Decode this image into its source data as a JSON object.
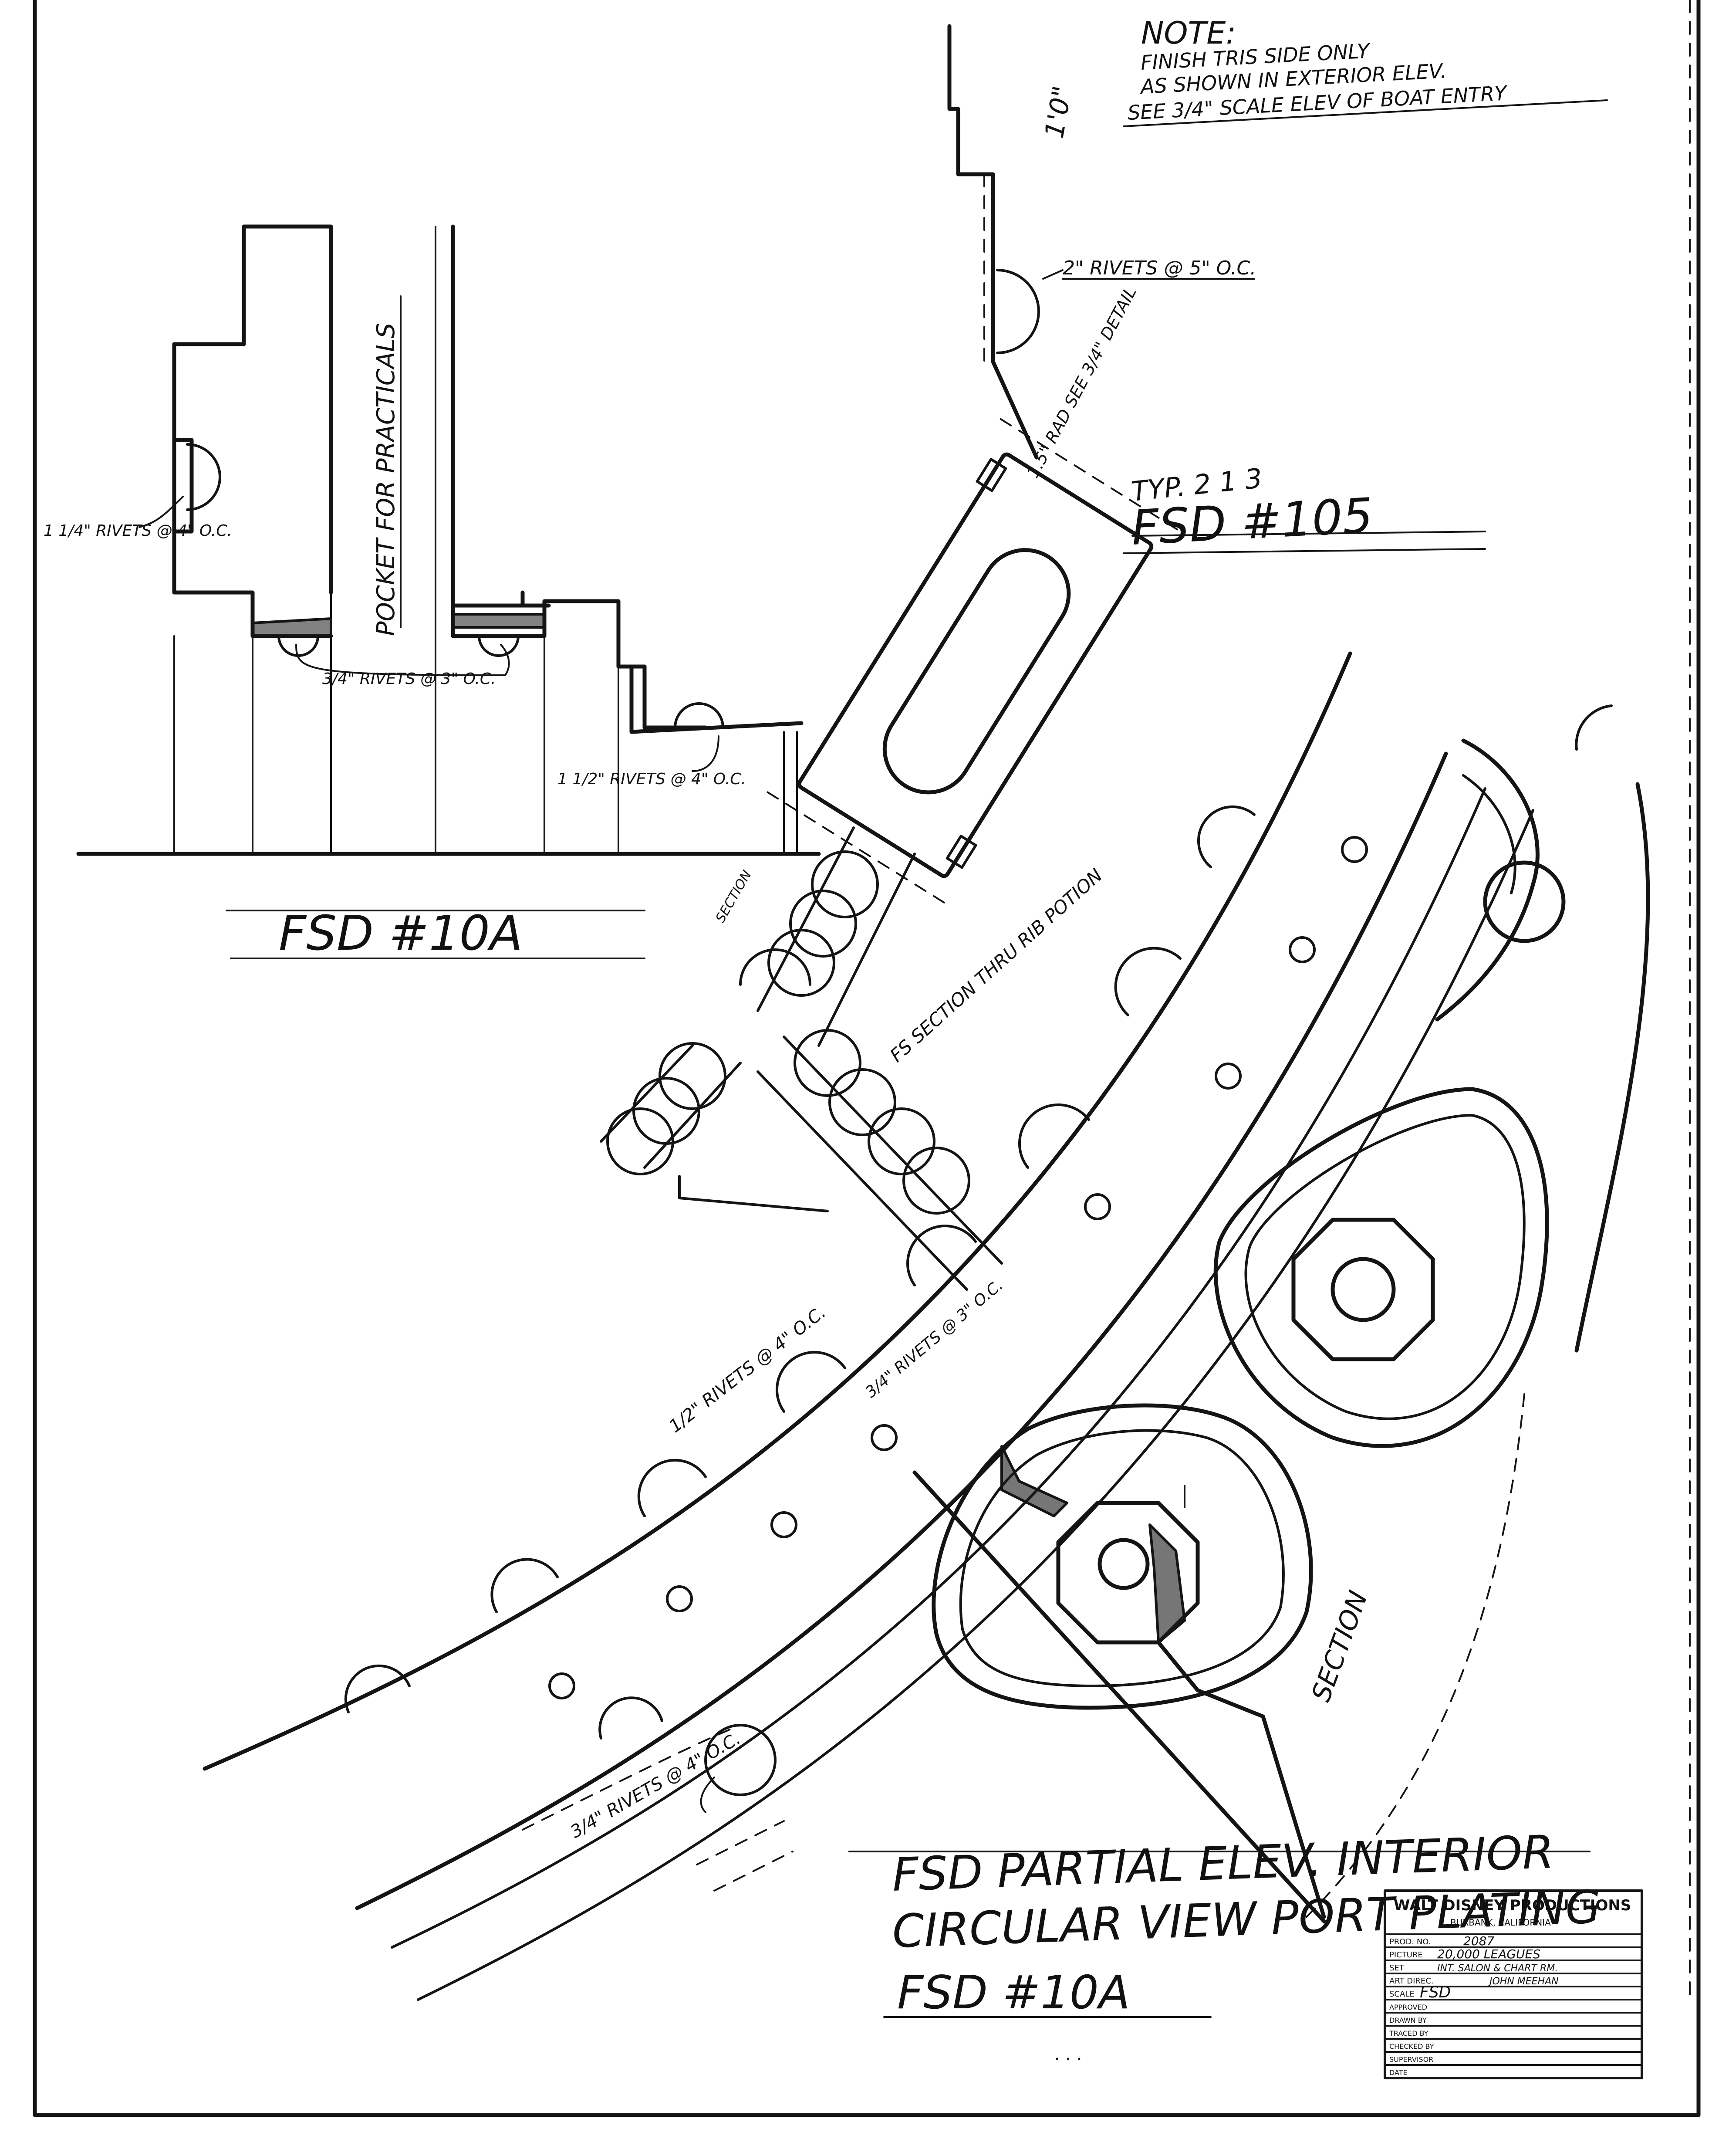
{
  "note": {
    "title": "NOTE:",
    "lines": [
      "FINISH TRIS SIDE ONLY",
      "AS SHOWN IN EXTERIOR ELEV.",
      "SEE 3/4\" SCALE ELEV OF BOAT ENTRY"
    ],
    "dim": "1'0\""
  },
  "callouts": {
    "pocket": "POCKET FOR PRACTICALS",
    "rivets_2": "2\" RIVETS @ 5\" O.C.",
    "rivets_1_quarter": "1 1/4\" RIVETS @ 4\" O.C.",
    "rivets_3_4_a": "3/4\" RIVETS @ 3\" O.C.",
    "rivets_1_half": "1 1/2\" RIVETS @ 4\" O.C.",
    "rad": "1.5\" RAD SEE 3/4\" DETAIL",
    "typ": "TYP. 2 1 3",
    "fsd105": "FSD #105",
    "fsd10a_upper": "FSD #10A",
    "section_label": "SECTION",
    "fs_section": "FS SECTION THRU RIB POTION",
    "rivets_1_2_curve": "1/2\" RIVETS @ 4\" O.C.",
    "rivets_3_4_curve": "3/4\" RIVETS @ 3\" O.C.",
    "rivets_3_4_lower": "3/4\" RIVETS @ 4\" O.C.",
    "section_lower": "SECTION"
  },
  "title_block_main": {
    "line1": "FSD PARTIAL ELEV. INTERIOR",
    "line2": "CIRCULAR VIEW PORT PLATING",
    "line3": "FSD #10A"
  },
  "title_block_box": {
    "company": "WALT DISNEY PRODUCTIONS",
    "city": "BURBANK, CALIFORNIA",
    "prod_label": "PROD. NO.",
    "prod": "2087",
    "picture_label": "PICTURE",
    "picture": "20,000 LEAGUES",
    "set_label": "SET",
    "set": "INT. SALON & CHART RM.",
    "art_label": "ART DIREC.",
    "art": "JOHN MEEHAN",
    "scale_label": "SCALE",
    "scale": "FSD",
    "extra_rows": [
      "APPROVED",
      "DRAWN BY",
      "TRACED BY",
      "CHECKED BY",
      "SUPERVISOR",
      "DATE"
    ]
  }
}
